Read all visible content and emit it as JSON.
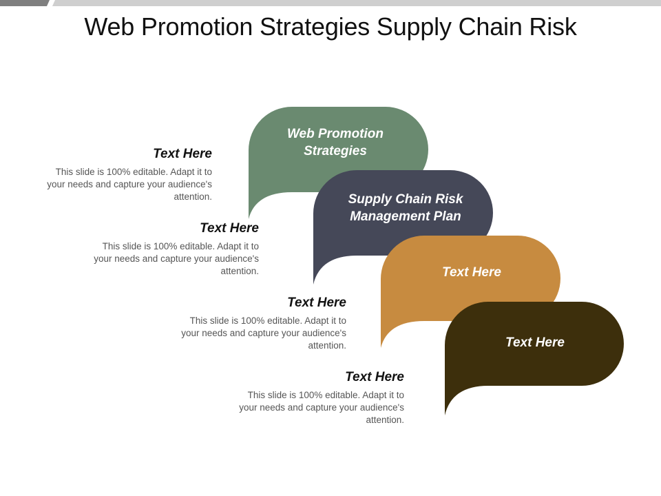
{
  "title": "Web Promotion Strategies Supply Chain Risk",
  "colors": {
    "bubble1": "#6a8a70",
    "bubble2": "#454858",
    "bubble3": "#c78b40",
    "bubble4": "#3d2f0c",
    "topbar_dark": "#7f7f7f",
    "topbar_light": "#cfcfcf"
  },
  "bubbles": [
    {
      "line1": "Web Promotion",
      "line2": "Strategies"
    },
    {
      "line1": "Supply Chain Risk",
      "line2": "Management Plan"
    },
    {
      "line1": "Text Here",
      "line2": ""
    },
    {
      "line1": "Text Here",
      "line2": ""
    }
  ],
  "items": [
    {
      "heading": "Text Here",
      "line1": "This slide is 100% editable. Adapt it to",
      "line2": "your needs and capture your audience's",
      "line3": "attention."
    },
    {
      "heading": "Text Here",
      "line1": "This slide is 100% editable. Adapt it to",
      "line2": "your needs and capture your audience's",
      "line3": "attention."
    },
    {
      "heading": "Text Here",
      "line1": "This slide is 100% editable. Adapt it to",
      "line2": "your needs and capture your audience's",
      "line3": "attention."
    },
    {
      "heading": "Text Here",
      "line1": "This slide is 100% editable. Adapt it to",
      "line2": "your needs and capture your audience's",
      "line3": "attention."
    }
  ]
}
